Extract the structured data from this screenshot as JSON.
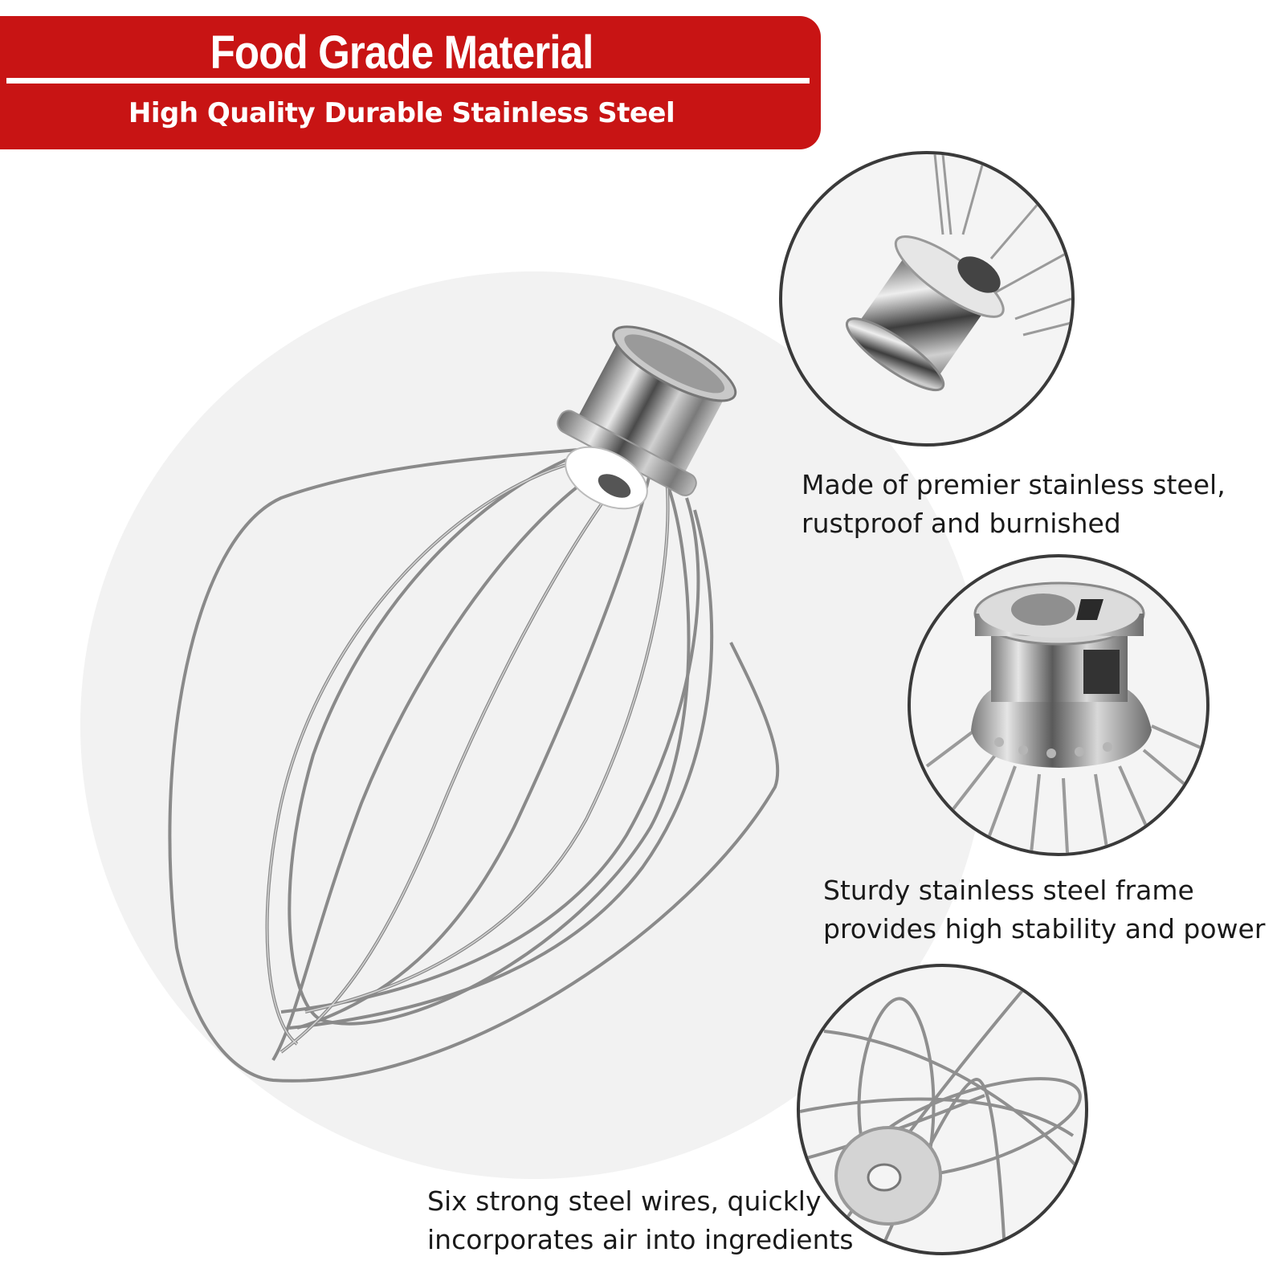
{
  "banner": {
    "title": "Food Grade Material",
    "subtitle": "High Quality Durable Stainless Steel",
    "color": "#c81414"
  },
  "main_image": {
    "icon": "balloon-whisk-icon",
    "description": "Stainless steel wire whisk attachment"
  },
  "features": [
    {
      "icon": "whisk-hub-closeup-icon",
      "lines": [
        "Made of premier stainless steel,",
        "rustproof and burnished"
      ]
    },
    {
      "icon": "whisk-shaft-coupling-icon",
      "lines": [
        "Sturdy stainless steel frame",
        "provides high stability and power"
      ]
    },
    {
      "icon": "whisk-wires-top-view-icon",
      "lines": [
        "Six strong steel wires, quickly",
        "incorporates air into ingredients"
      ]
    }
  ],
  "colors": {
    "background": "#ffffff",
    "circle_bg": "#f2f2f2",
    "detail_border": "#3a3a3a",
    "text": "#1a1a1a"
  }
}
